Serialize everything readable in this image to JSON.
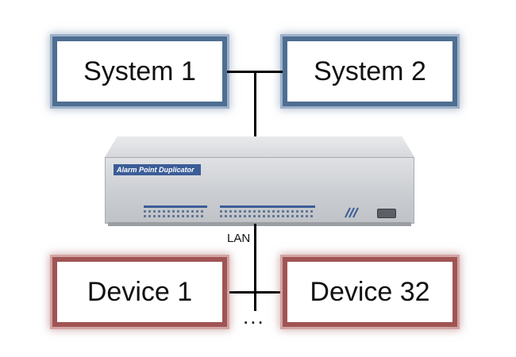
{
  "systems": [
    {
      "label": "System 1"
    },
    {
      "label": "System 2"
    }
  ],
  "devices": [
    {
      "label": "Device 1"
    },
    {
      "label": "Device 32"
    }
  ],
  "connection_label": "LAN",
  "ellipsis": "...",
  "unit": {
    "title": "Alarm Point Duplicator"
  },
  "colors": {
    "system_border": "#4e6e92",
    "device_border": "#a05454",
    "unit_accent": "#3b5d97"
  },
  "icons": [
    "serial-port-icon",
    "vent-icon"
  ]
}
